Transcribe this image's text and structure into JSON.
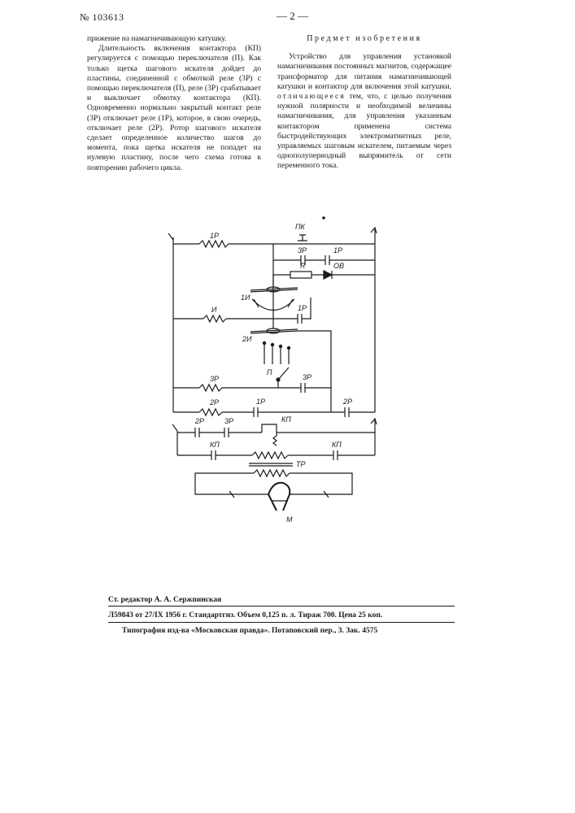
{
  "header": {
    "patent_number": "№ 103613",
    "page_number": "— 2 —"
  },
  "left_column": {
    "paragraphs": [
      "прижение на намагничивающую катушку.",
      "Длительность включения контактора (КП) регулируется с помощью переключателя (П). Как только щетка шагового искателя дойдет до пластины, соединенной с обмоткой реле (3Р) с помощью переключателя (П), реле (3Р) срабатывает и выключает обмотку контактора (КП). Одновременно нормально закрытый контакт реле (3Р) отключает реле (1Р), которое, в свою очередь, отключает реле (2Р). Ротор шагового искателя сделает определенное количество шагов до момента, пока щетка искателя не попадет на нулевую пластину, после чего схема готова к повторению рабочего цикла."
    ]
  },
  "right_column": {
    "heading": "Предмет изобретения",
    "claim_text_before": "Устройство для управления установкой намагничивания постоянных магнитов, содержащее трансформатор для питания намагничивающей катушки и контактор для включения этой катушки,",
    "claim_spaced": "отличающееся",
    "claim_text_after": "тем, что, с целью получения нужной полярности и необходимой величины намагничивания, для управления указанным контактором применена система быстродействующих электроматнитных реле, управляемых шаговым искателем, питаемым через однополупериодный выпрямитель от сети переменного тока."
  },
  "diagram_labels": {
    "pk": "ПК",
    "r1": "1Р",
    "r3_contact": "3Р",
    "r1_contact": "1Р",
    "resistor_r": "R",
    "ov": "ОВ",
    "brush1": "1И",
    "coil_i": "И",
    "r1_contact2": "1Р",
    "brush2": "2И",
    "switch_p": "П",
    "r3_coil": "3Р",
    "r3_contact2": "3Р",
    "r2_coil": "2Р",
    "r1_contact3": "1Р",
    "r2_contact": "2Р",
    "r2_contact_low": "2Р",
    "r3_contact_low": "3Р",
    "kp_coil": "КП",
    "kp_left": "КП",
    "kp_right": "КП",
    "transformer": "ТР",
    "magnet": "М"
  },
  "imprint": {
    "editor": "Ст. редактор А. А. Сержпинская",
    "order": "Л59843 от 27/IX 1956 г. Стандартгиз. Объем 0,125 п. л. Тираж 700.",
    "price": "Цена 25 коп.",
    "printer": "Типография изд-ва «Московская правда». Потаповский пер., 3. Зак. 4575"
  }
}
